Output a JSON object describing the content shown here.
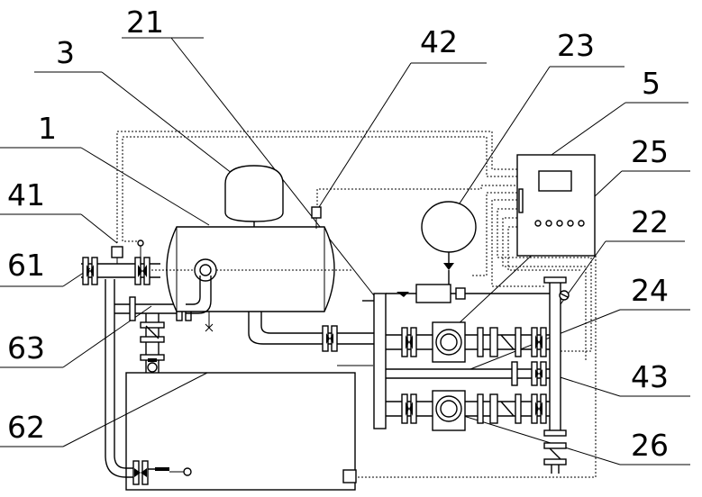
{
  "labels": {
    "l21": "21",
    "l3": "3",
    "l42": "42",
    "l23": "23",
    "l5": "5",
    "l1": "1",
    "l25": "25",
    "l41": "41",
    "l22": "22",
    "l61": "61",
    "l24": "24",
    "l63": "63",
    "l43": "43",
    "l62": "62",
    "l26": "26"
  }
}
